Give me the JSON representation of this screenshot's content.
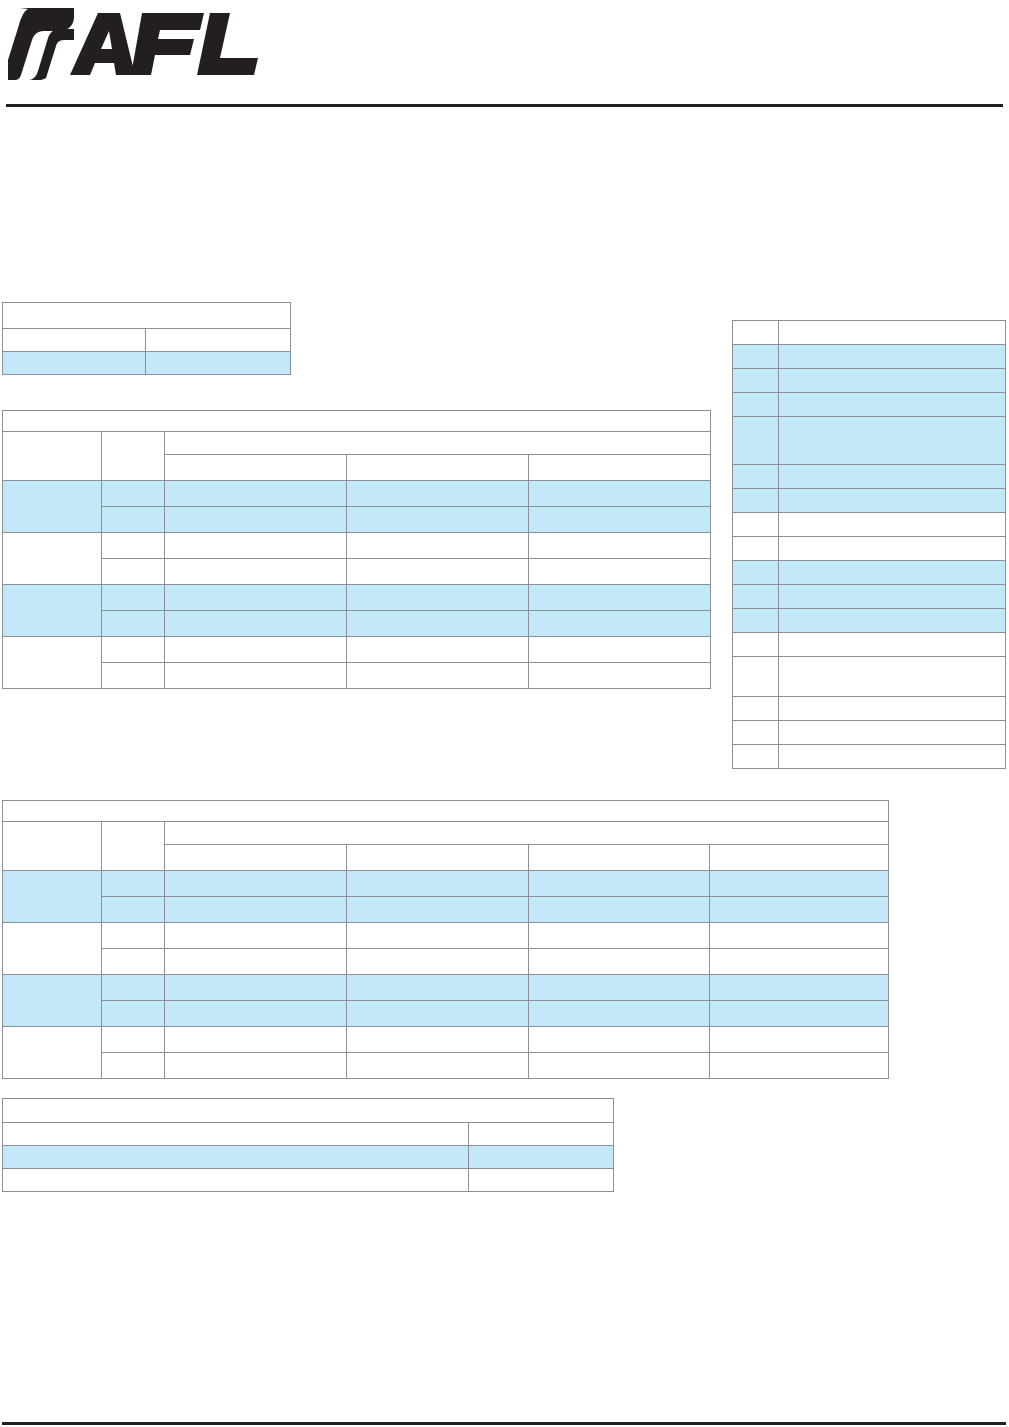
{
  "document": {
    "brand": "AFL",
    "logo_icon": "afl-logo",
    "page_background": "#ffffff",
    "rule_color": "#231f20",
    "highlight_color": "#c3e8f8",
    "table_border_color": "#8d9096"
  },
  "header": {
    "logo_alt": "AFL",
    "rule": ""
  },
  "footer": {
    "rule": ""
  },
  "tables": {
    "table_1": {
      "name": "summary-table",
      "title_row": [
        ""
      ],
      "header_row": [
        "",
        ""
      ],
      "rows": [
        {
          "highlight": true,
          "cells": [
            "",
            ""
          ]
        }
      ]
    },
    "table_2": {
      "name": "specification-table-a",
      "title_row": [
        ""
      ],
      "group_row": [
        "",
        "",
        ""
      ],
      "sub_header_row": [
        "",
        "",
        ""
      ],
      "rows": [
        {
          "highlight": true,
          "cells": [
            "",
            "",
            "",
            "",
            ""
          ]
        },
        {
          "highlight": true,
          "cells": [
            "",
            "",
            "",
            ""
          ]
        },
        {
          "highlight": false,
          "cells": [
            "",
            "",
            "",
            "",
            ""
          ]
        },
        {
          "highlight": false,
          "cells": [
            "",
            "",
            "",
            ""
          ]
        },
        {
          "highlight": true,
          "cells": [
            "",
            "",
            "",
            "",
            ""
          ]
        },
        {
          "highlight": true,
          "cells": [
            "",
            "",
            "",
            ""
          ]
        },
        {
          "highlight": false,
          "cells": [
            "",
            "",
            "",
            "",
            ""
          ]
        },
        {
          "highlight": false,
          "cells": [
            "",
            "",
            "",
            ""
          ]
        }
      ]
    },
    "table_3": {
      "name": "reference-list-table",
      "rows": [
        {
          "highlight": false,
          "size": "std",
          "cells": [
            "",
            ""
          ]
        },
        {
          "highlight": true,
          "size": "std",
          "cells": [
            "",
            ""
          ]
        },
        {
          "highlight": true,
          "size": "std",
          "cells": [
            "",
            ""
          ]
        },
        {
          "highlight": true,
          "size": "std",
          "cells": [
            "",
            ""
          ]
        },
        {
          "highlight": true,
          "size": "tall",
          "cells": [
            "",
            ""
          ]
        },
        {
          "highlight": true,
          "size": "std",
          "cells": [
            "",
            ""
          ]
        },
        {
          "highlight": true,
          "size": "std",
          "cells": [
            "",
            ""
          ]
        },
        {
          "highlight": false,
          "size": "std",
          "cells": [
            "",
            ""
          ]
        },
        {
          "highlight": false,
          "size": "std",
          "cells": [
            "",
            ""
          ]
        },
        {
          "highlight": true,
          "size": "std",
          "cells": [
            "",
            ""
          ]
        },
        {
          "highlight": true,
          "size": "std",
          "cells": [
            "",
            ""
          ]
        },
        {
          "highlight": true,
          "size": "std",
          "cells": [
            "",
            ""
          ]
        },
        {
          "highlight": false,
          "size": "std",
          "cells": [
            "",
            ""
          ]
        },
        {
          "highlight": false,
          "size": "mid",
          "cells": [
            "",
            ""
          ]
        },
        {
          "highlight": false,
          "size": "std",
          "cells": [
            "",
            ""
          ]
        },
        {
          "highlight": false,
          "size": "std",
          "cells": [
            "",
            ""
          ]
        },
        {
          "highlight": false,
          "size": "std",
          "cells": [
            "",
            ""
          ]
        }
      ]
    },
    "table_4": {
      "name": "specification-table-b",
      "title_row": [
        ""
      ],
      "group_row": [
        "",
        "",
        ""
      ],
      "sub_header_row": [
        "",
        "",
        "",
        ""
      ],
      "rows": [
        {
          "highlight": true,
          "cells": [
            "",
            "",
            "",
            "",
            "",
            ""
          ]
        },
        {
          "highlight": true,
          "cells": [
            "",
            "",
            "",
            "",
            ""
          ]
        },
        {
          "highlight": false,
          "cells": [
            "",
            "",
            "",
            "",
            "",
            ""
          ]
        },
        {
          "highlight": false,
          "cells": [
            "",
            "",
            "",
            "",
            ""
          ]
        },
        {
          "highlight": true,
          "cells": [
            "",
            "",
            "",
            "",
            "",
            ""
          ]
        },
        {
          "highlight": true,
          "cells": [
            "",
            "",
            "",
            "",
            ""
          ]
        },
        {
          "highlight": false,
          "cells": [
            "",
            "",
            "",
            "",
            "",
            ""
          ]
        },
        {
          "highlight": false,
          "cells": [
            "",
            "",
            "",
            "",
            ""
          ]
        }
      ]
    },
    "table_5": {
      "name": "notes-table",
      "title_row": [
        ""
      ],
      "rows": [
        {
          "highlight": false,
          "cells": [
            "",
            ""
          ]
        },
        {
          "highlight": true,
          "cells": [
            "",
            ""
          ]
        },
        {
          "highlight": false,
          "cells": [
            "",
            ""
          ]
        }
      ]
    }
  }
}
